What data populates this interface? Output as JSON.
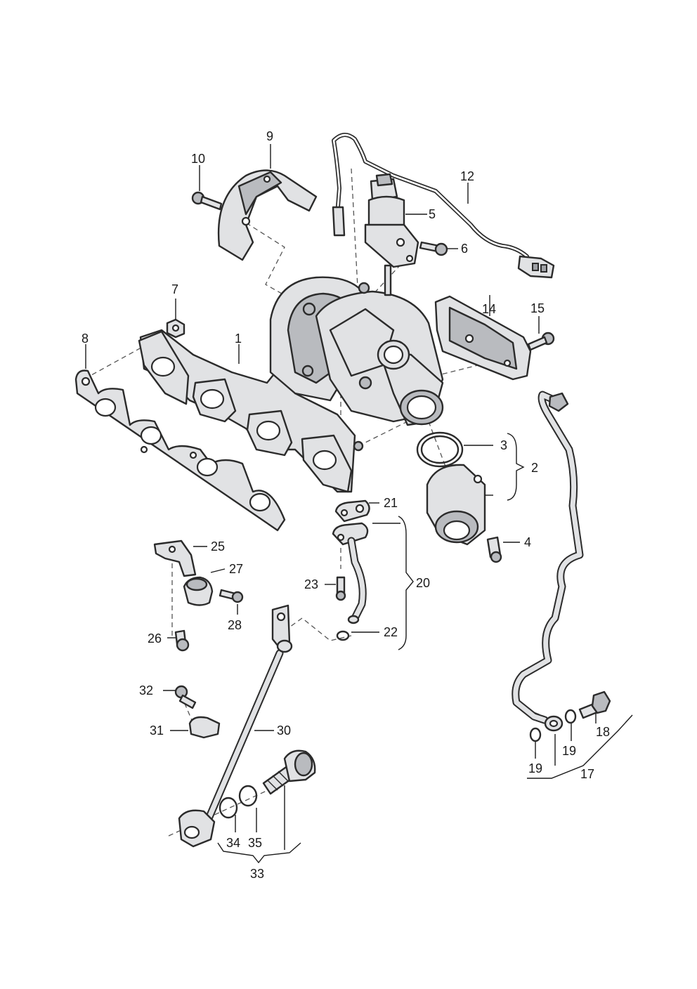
{
  "diagram": {
    "labels": [
      "1",
      "2",
      "3",
      "4",
      "5",
      "6",
      "7",
      "8",
      "9",
      "10",
      "12",
      "14",
      "15",
      "17",
      "18",
      "19",
      "19",
      "20",
      "21",
      "22",
      "23",
      "25",
      "26",
      "27",
      "28",
      "30",
      "31",
      "32",
      "33",
      "34",
      "35"
    ]
  }
}
